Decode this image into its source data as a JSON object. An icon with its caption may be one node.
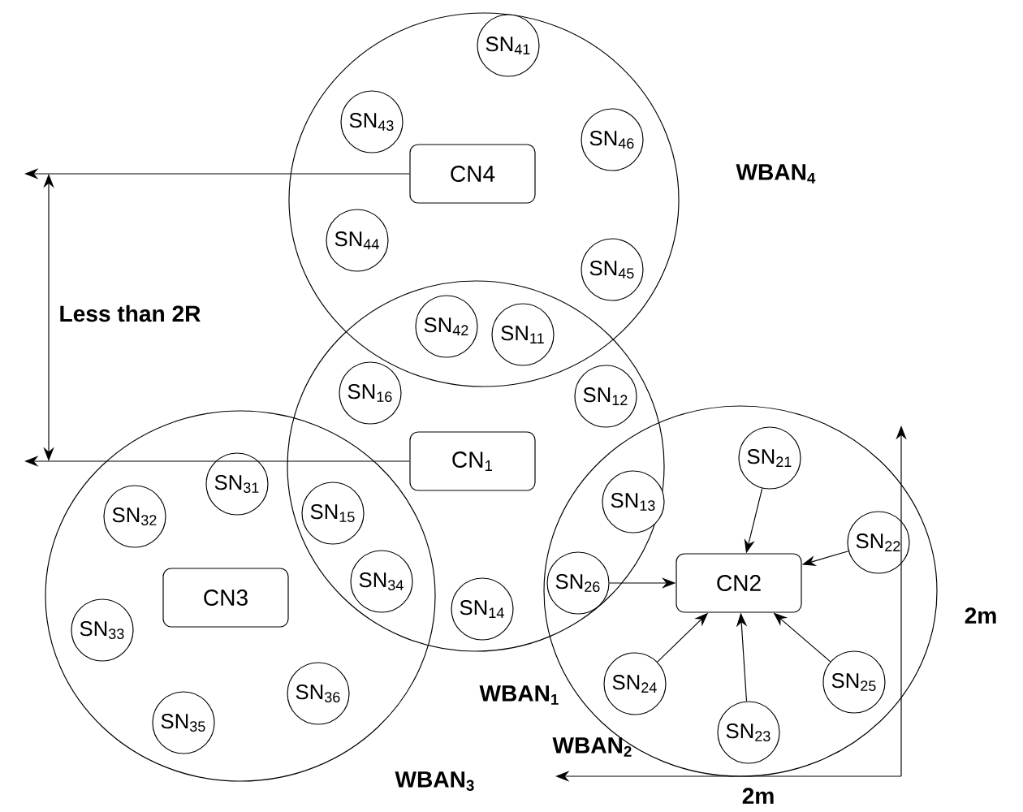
{
  "diagram": {
    "nodes": [
      {
        "text": [
          "WBAN$_{4}$"
        ]
      },
      {
        "text": [
          "SN$_{41}$"
        ],
        "in": 0
      },
      {
        "text": [
          "SN$_{43}$"
        ],
        "in": 0
      },
      {
        "text": [
          "CN4"
        ],
        "in": 0
      },
      {
        "text": [
          "SN$_{46}$"
        ],
        "in": 0
      },
      {
        "text": [
          "SN$_{44}$"
        ],
        "in": 0
      },
      {
        "text": [
          "SN$_{45}$"
        ],
        "in": 0
      },
      {
        "text": [
          "SN$_{42}$"
        ]
      },
      {
        "text": [
          "SN$_{11}$"
        ]
      },
      {
        "text": [
          "WBAN$_{1}$"
        ]
      },
      {
        "text": [
          "SN$_{16}$"
        ],
        "in": 9
      },
      {
        "text": [
          "SN$_{12}$"
        ],
        "in": 9
      },
      {
        "text": [
          "CN$_{1}$"
        ],
        "in": 9
      },
      {
        "text": [
          "SN$_{14}$"
        ],
        "in": 9
      },
      {
        "text": [
          "SN$_{15}$"
        ]
      },
      {
        "text": [
          "SN$_{34}$"
        ]
      },
      {
        "text": [
          "SN$_{13}$"
        ]
      },
      {
        "text": [
          "SN$_{26}$"
        ]
      },
      {
        "text": [
          "WBAN$_{3}$"
        ]
      },
      {
        "text": [
          "SN$_{31}$"
        ],
        "in": 18
      },
      {
        "text": [
          "SN$_{32}$"
        ],
        "in": 18
      },
      {
        "text": [
          "CN3"
        ],
        "in": 18
      },
      {
        "text": [
          "SN$_{33}$"
        ],
        "in": 18
      },
      {
        "text": [
          "SN$_{36}$"
        ],
        "in": 18
      },
      {
        "text": [
          "SN$_{35}$"
        ],
        "in": 18
      },
      {
        "text": [
          "WBAN$_{2}$"
        ]
      },
      {
        "text": [
          "SN$_{21}$"
        ],
        "in": 25
      },
      {
        "text": [
          "SN$_{22}$"
        ],
        "in": 25
      },
      {
        "text": [
          "CN2"
        ],
        "in": 25
      },
      {
        "text": [
          "SN$_{24}$"
        ],
        "in": 25
      },
      {
        "text": [
          "SN$_{25}$"
        ],
        "in": 25
      },
      {
        "text": [
          "SN$_{23}$"
        ],
        "in": 25
      }
    ],
    "edges": [
      {
        "from": 3,
        "to": null,
        "arrow": "to"
      },
      {
        "from": 12,
        "to": null,
        "arrow": "to"
      },
      {
        "from": 26,
        "to": 28,
        "arrow": "to"
      },
      {
        "from": 27,
        "to": 28,
        "arrow": "to"
      },
      {
        "from": 17,
        "to": 28,
        "arrow": "to"
      },
      {
        "from": 29,
        "to": 28,
        "arrow": "to"
      },
      {
        "from": 31,
        "to": 28,
        "arrow": "to"
      },
      {
        "from": 30,
        "to": 28,
        "arrow": "to"
      }
    ],
    "labels": [
      "Less than 2R",
      "2m",
      "2m"
    ]
  }
}
